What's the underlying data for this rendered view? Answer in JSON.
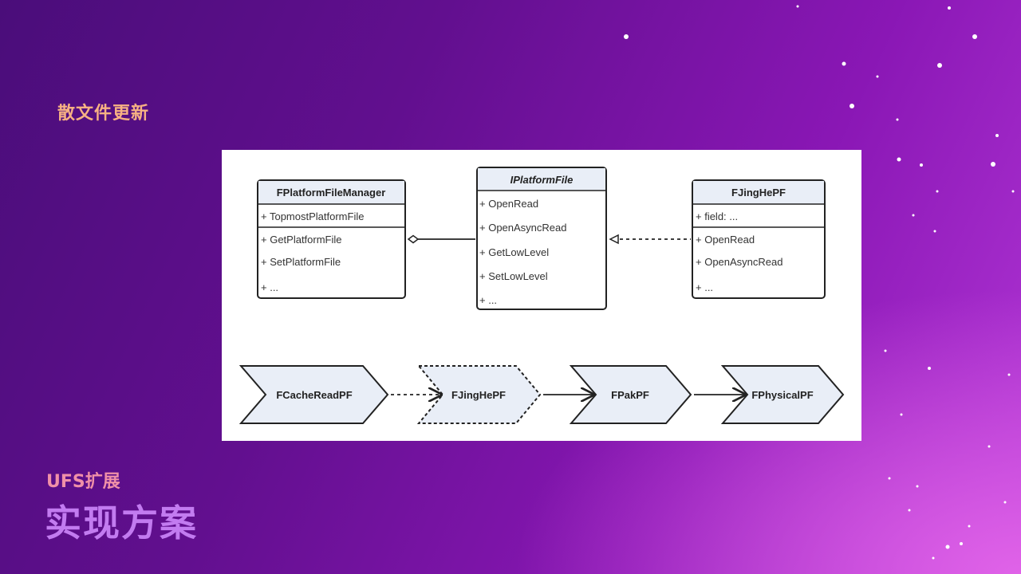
{
  "section_tag": "散文件更新",
  "subtitle": "UFS扩展",
  "title": "实现方案",
  "diagram": {
    "classes": {
      "manager": {
        "name": "FPlatformFileManager",
        "fields": [
          "+ TopmostPlatformFile"
        ],
        "methods": [
          "+ GetPlatformFile",
          "+ SetPlatformFile",
          "+ ..."
        ]
      },
      "interface": {
        "name": "IPlatformFile",
        "methods": [
          "+ OpenRead",
          "+ OpenAsyncRead",
          "+ GetLowLevel",
          "+ SetLowLevel",
          "+ ..."
        ]
      },
      "jinghe": {
        "name": "FJingHePF",
        "fields": [
          "+ field: ..."
        ],
        "methods": [
          "+ OpenRead",
          "+ OpenAsyncRead",
          "+ ..."
        ]
      }
    },
    "flow": [
      "FCacheReadPF",
      "FJingHePF",
      "FPakPF",
      "FPhysicalPF"
    ]
  }
}
